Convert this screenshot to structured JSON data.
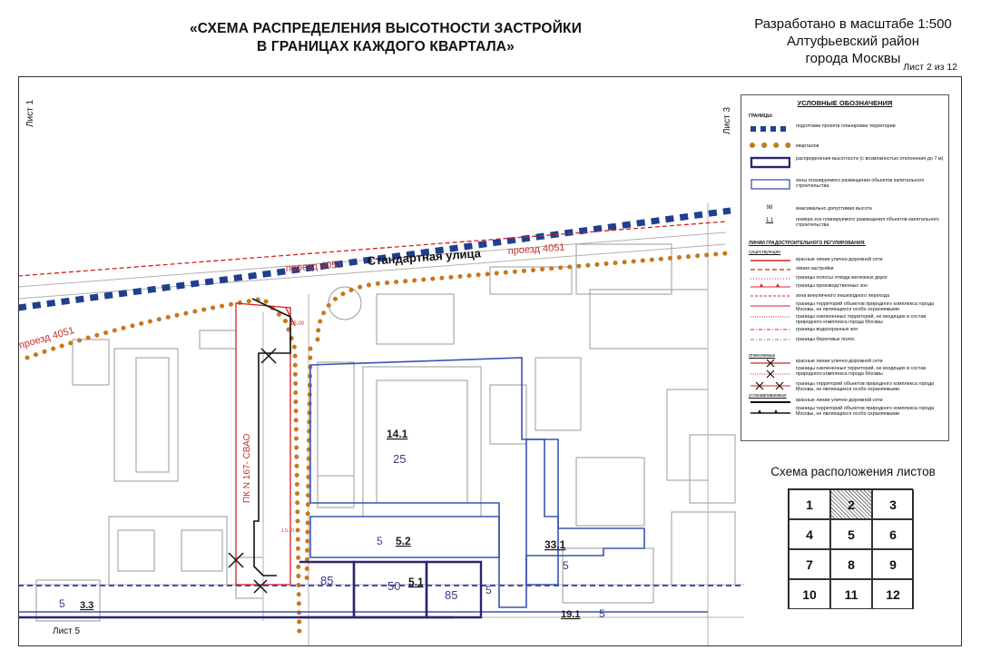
{
  "title": {
    "line1": "«СХЕМА РАСПРЕДЕЛЕНИЯ ВЫСОТНОСТИ ЗАСТРОЙКИ",
    "line2": "В ГРАНИЦАХ КАЖДОГО КВАРТАЛА»"
  },
  "scale": {
    "line1": "Разработано в масштабе 1:500",
    "line2": "Алтуфьевский район",
    "line3": "города Москвы"
  },
  "sheet_number": "Лист 2 из 12",
  "map": {
    "sheet_left": "Лист 1",
    "sheet_right": "Лист 3",
    "sheet_bottom": "Лист 5",
    "street_main": "Стандартная улица",
    "passage_1": "проезд 4051",
    "passage_2": "проезд 4051",
    "passage_3": "проезд 4051",
    "red_line_label": "ПК N 167- СВАО",
    "dim_1": "15.00",
    "dim_2": "1.5.10",
    "zones": [
      {
        "id": "14.1",
        "height": "25"
      },
      {
        "id": "5.2",
        "height": "5"
      },
      {
        "id": "5.1",
        "height": "50"
      },
      {
        "id": "33.1",
        "height": "5"
      },
      {
        "id": "3.3",
        "height": "5"
      },
      {
        "id": "19.1",
        "height": "5"
      }
    ],
    "heights_extra": [
      "85",
      "85",
      "5"
    ]
  },
  "legend": {
    "title": "УСЛОВНЫЕ ОБОЗНАЧЕНИЯ",
    "boundaries_header": "ГРАНИЦЫ:",
    "items": [
      "подготовки проекта планировки территории",
      "кварталов",
      "распределения высотности (с возможностью отклонения до 7 м)",
      "зоны планируемого размещения объектов капитального строительства",
      "максимально допустимая высота",
      "номера зон планируемого размещения объектов капитального строительства"
    ],
    "sym_height": "98",
    "sym_zone": "1.1",
    "lines_header": "ЛИНИИ ГРАДОСТРОИТЕЛЬНОГО РЕГУЛИРОВАНИЯ:",
    "existing_header": "существующие",
    "lines": [
      "красные линии улично-дорожной сети",
      "линия застройки",
      "границы полосы отвода железных дорог",
      "границы производственных зон",
      "зона внеуличного пешеходного перехода",
      "границы территорий объектов природного комплекса города Москвы, не являющихся особо охраняемыми",
      "границы озелененных территорий, не входящих в состав природного комплекса города Москвы",
      "границы водоохранных зон",
      "границы береговых полос"
    ],
    "cancelled_header": "отменяемые",
    "cancelled": [
      "красные линии улично-дорожной сети",
      "границы озелененных территорий, не входящих в состав природного комплекса города Москвы",
      "границы территорий объектов природного комплекса города Москвы, не являющихся особо охраняемыми"
    ],
    "established_header": "устанавливаемые",
    "established": [
      "красные линии улично-дорожной сети",
      "границы территорий объектов природного комплекса города Москвы, не являющихся особо охраняемыми"
    ]
  },
  "sheet_layout": {
    "title": "Схема расположения листов",
    "sheets": [
      "1",
      "2",
      "3",
      "4",
      "5",
      "6",
      "7",
      "8",
      "9",
      "10",
      "11",
      "12"
    ],
    "active": "2"
  },
  "colors": {
    "project_boundary": "#1f3f8f",
    "quarter_boundary": "#c8781e",
    "height_boundary": "#2b2470",
    "zone_boundary": "#3a55b0",
    "red_line": "#d42020",
    "zone_number": "#1a1a1a",
    "height_number": "#3a3a8a"
  }
}
